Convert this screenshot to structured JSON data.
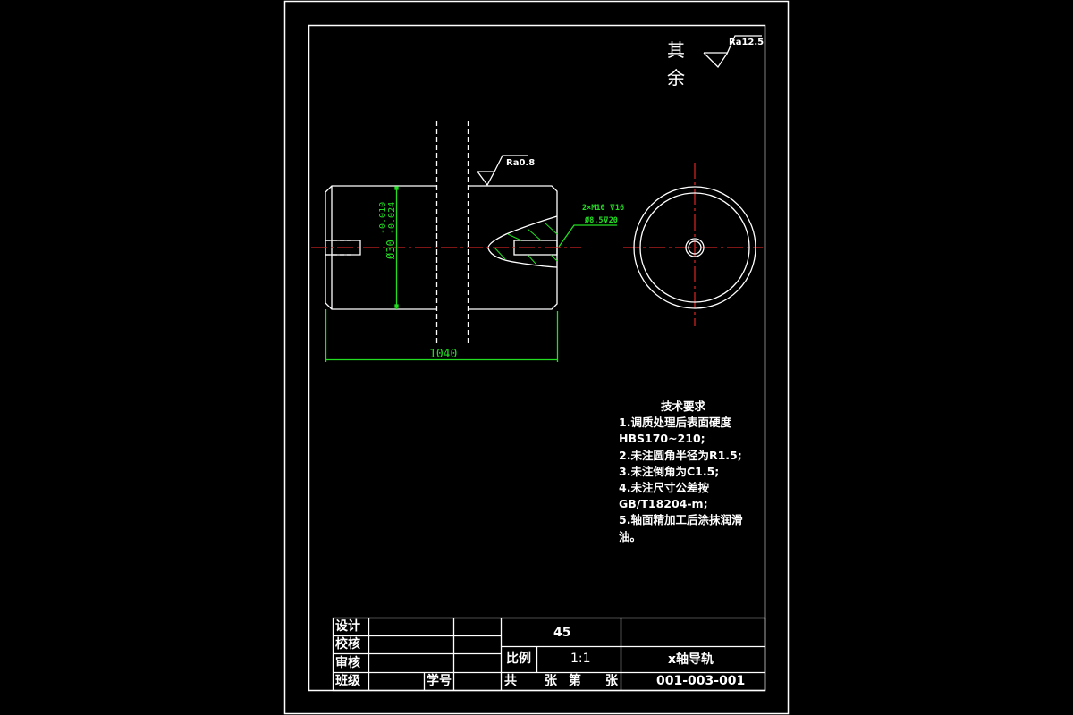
{
  "drawing": {
    "surface_note": {
      "prefix_line1": "其",
      "prefix_line2": "余",
      "roughness": "Ra12.5"
    },
    "roughness_top": "Ra0.8",
    "diameter_dim": {
      "nominal": "Ø30",
      "upper_tol": "-0.010",
      "lower_tol": "-0.024"
    },
    "length_dim": "1040",
    "thread_note": {
      "line1": "2×M10 ⊽16",
      "line2": "Ø8.5⊽20"
    },
    "colors": {
      "outline": "#ffffff",
      "dimension": "#22dd22",
      "centerline": "#cc2222",
      "background": "#000000"
    }
  },
  "tech_requirements": {
    "title": "技术要求",
    "lines": [
      "1.调质处理后表面硬度",
      "HBS170~210;",
      "2.未注圆角半径为R1.5;",
      "3.未注倒角为C1.5;",
      "4.未注尺寸公差按",
      "GB/T18204-m;",
      "5.轴面精加工后涂抹润滑",
      "油。"
    ]
  },
  "title_block": {
    "design_label": "设计",
    "check_label": "校核",
    "review_label": "审核",
    "class_label": "班级",
    "student_id_label": "学号",
    "material": "45",
    "scale_label": "比例",
    "scale_value": "1:1",
    "sheets_total_prefix": "共",
    "sheets_mid": "张 第",
    "sheets_suffix": "张",
    "part_name": "x轴导轨",
    "drawing_number": "001-003-001"
  }
}
